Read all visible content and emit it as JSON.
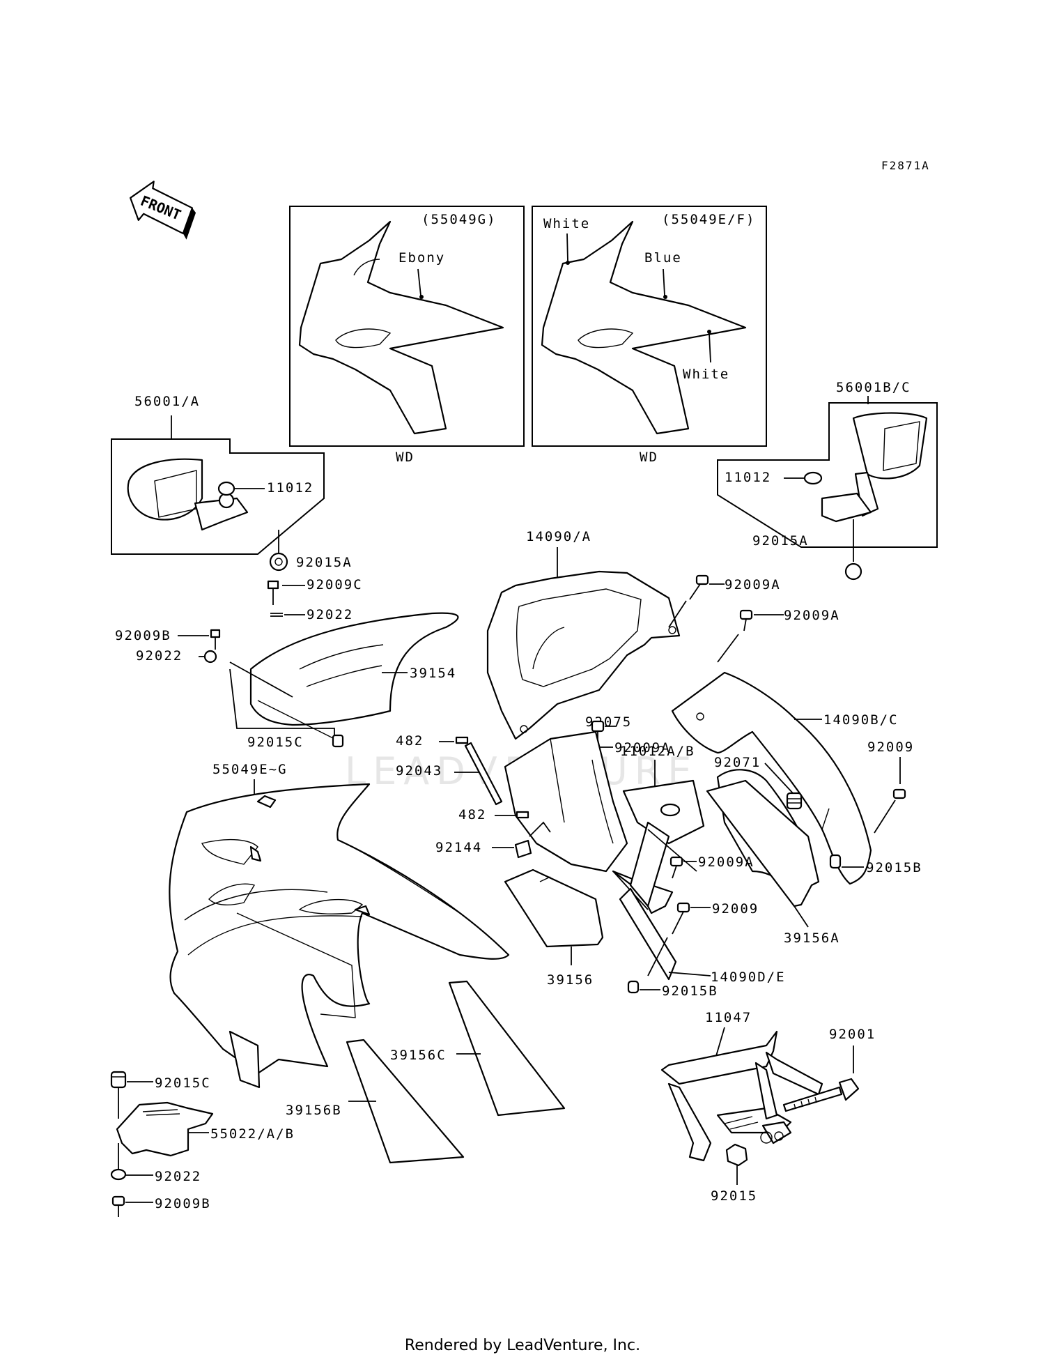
{
  "figure_code": "F2871A",
  "front_label": "FRONT",
  "watermark": "LEADVENTURE",
  "footer": "Rendered by LeadVenture, Inc.",
  "insets": {
    "left": {
      "code": "(55049G)",
      "color": "Ebony",
      "note": "WD"
    },
    "right": {
      "code": "(55049E/F)",
      "color_top": "White",
      "color_mid": "Blue",
      "color_low": "White",
      "note": "WD"
    }
  },
  "parts": {
    "p56001A": "56001/A",
    "p56001BC": "56001B/C",
    "p11012_l": "11012",
    "p11012_r": "11012",
    "p92015A_l": "92015A",
    "p92015A_r": "92015A",
    "p92009C": "92009C",
    "p92022_a": "92022",
    "p92009B_a": "92009B",
    "p92022_b": "92022",
    "p39154": "39154",
    "p92015C_a": "92015C",
    "p55049EG": "55049E~G",
    "p14090A": "14090/A",
    "p92009A_1": "92009A",
    "p92009A_2": "92009A",
    "p92009A_3": "92009A",
    "p92009A_4": "92009A",
    "p14090BC": "14090B/C",
    "p92075": "92075",
    "p11012AB": "11012A/B",
    "p482_a": "482",
    "p92043": "92043",
    "p482_b": "482",
    "p92144": "92144",
    "p92071": "92071",
    "p92009_r": "92009",
    "p92015B_r": "92015B",
    "p39156A": "39156A",
    "p92009_m": "92009",
    "p14090DE": "14090D/E",
    "p92015B_m": "92015B",
    "p39156": "39156",
    "p39156C": "39156C",
    "p39156B": "39156B",
    "p11047": "11047",
    "p92001": "92001",
    "p92015": "92015",
    "p92015C_b": "92015C",
    "p55022AB": "55022/A/B",
    "p92022_c": "92022",
    "p92009B_b": "92009B"
  }
}
